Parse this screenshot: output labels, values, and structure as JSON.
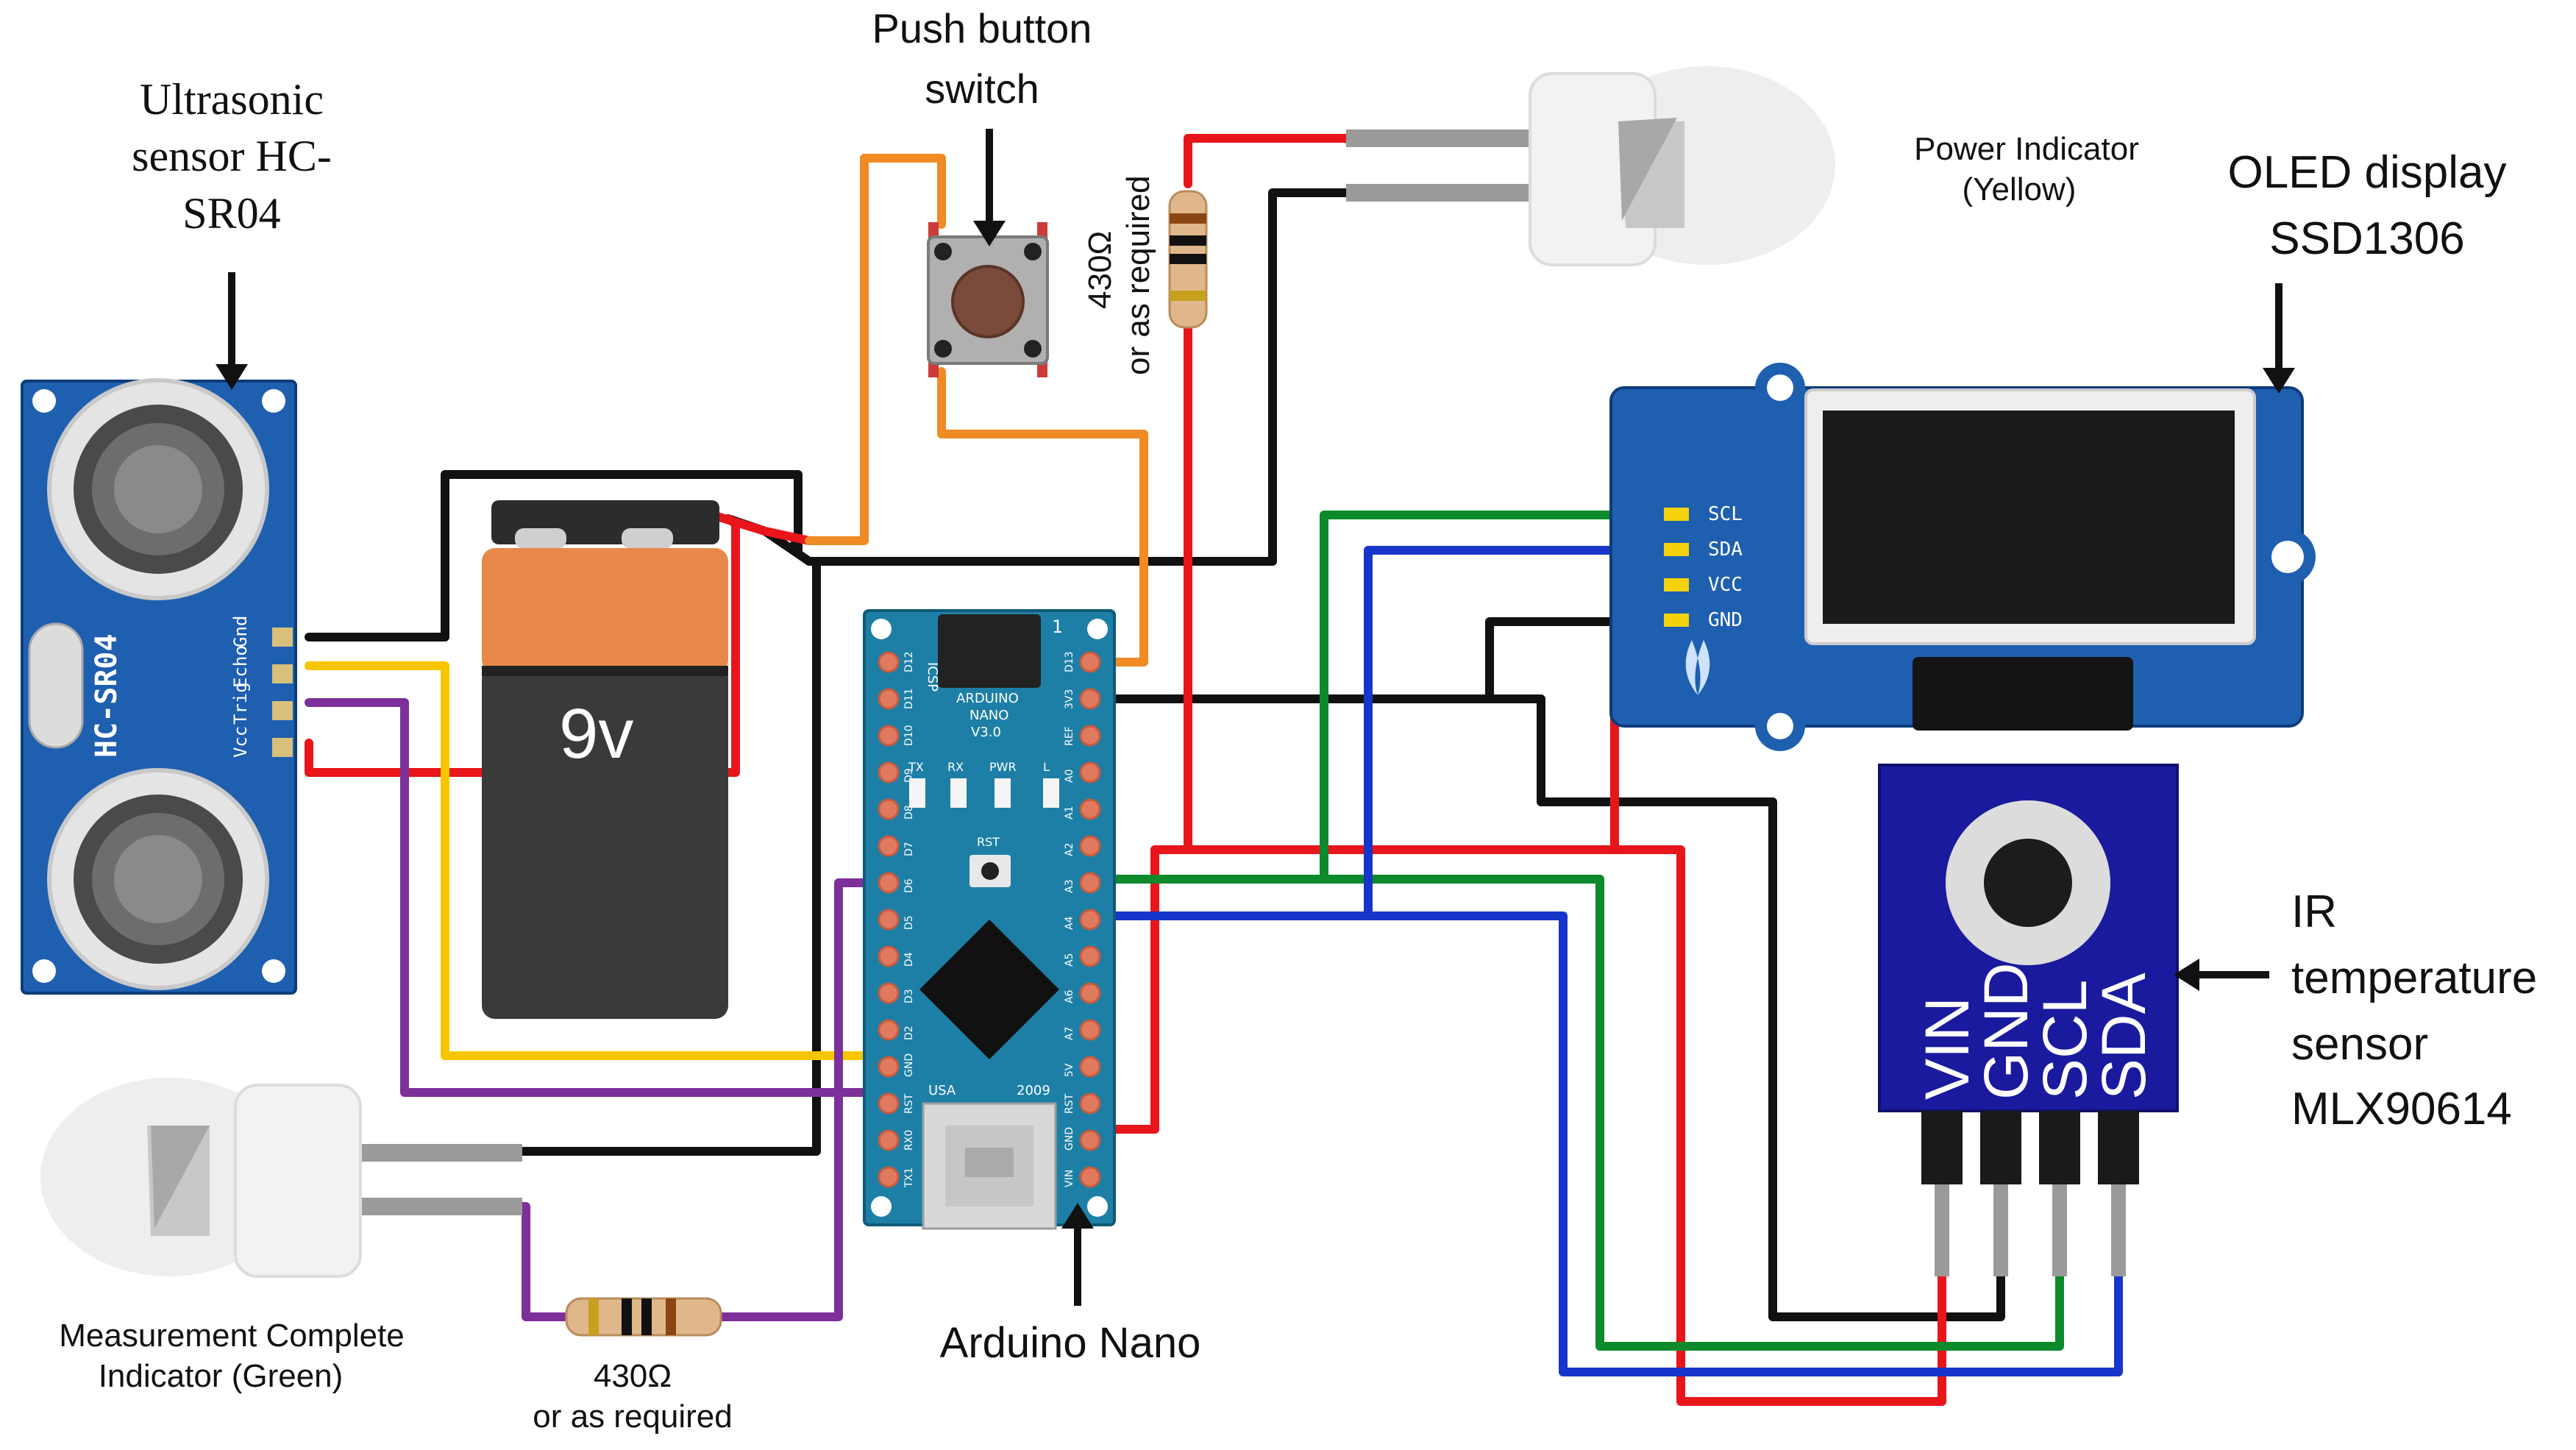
{
  "labels": {
    "ultrasonic": [
      "Ultrasonic",
      "sensor HC-",
      "SR04"
    ],
    "push_button": [
      "Push button",
      "switch"
    ],
    "resistor_top": [
      "430Ω",
      "or as required"
    ],
    "power_indicator": [
      "Power Indicator",
      "(Yellow)"
    ],
    "oled": [
      "OLED display",
      "SSD1306"
    ],
    "ir_sensor": [
      "IR",
      "temperature",
      "sensor",
      "MLX90614"
    ],
    "arduino": "Arduino Nano",
    "measurement": [
      "Measurement Complete",
      "Indicator (Green)"
    ],
    "resistor_bottom": [
      "430Ω",
      "or as required"
    ]
  },
  "hcsr04": {
    "title": "HC-SR04",
    "pins": [
      "Gnd",
      "Echo",
      "Trig",
      "Vcc"
    ]
  },
  "battery": {
    "text": "9v"
  },
  "nano": {
    "board_text": [
      "ARDUINO",
      "NANO",
      "V3.0"
    ],
    "icsp": "ICSP",
    "rst": "RST",
    "usa": "USA",
    "year": "2009",
    "one": "1",
    "leds": [
      "TX",
      "RX",
      "PWR",
      "L"
    ],
    "left_pins": [
      "D12",
      "D11",
      "D10",
      "D9",
      "D8",
      "D7",
      "D6",
      "D5",
      "D4",
      "D3",
      "D2",
      "GND",
      "RST",
      "RX0",
      "TX1"
    ],
    "right_pins": [
      "D13",
      "3V3",
      "REF",
      "A0",
      "A1",
      "A2",
      "A3",
      "A4",
      "A5",
      "A6",
      "A7",
      "5V",
      "RST",
      "GND",
      "VIN"
    ]
  },
  "oled_pins": [
    "SCL",
    "SDA",
    "VCC",
    "GND"
  ],
  "mlx_pins": [
    "VIN",
    "GND",
    "SCL",
    "SDA"
  ],
  "colors": {
    "wire_red": "#e8151b",
    "wire_black": "#111111",
    "wire_yellow": "#f7c600",
    "wire_purple": "#7d2f9a",
    "wire_orange": "#f08a24",
    "wire_green": "#0c8a2c",
    "wire_blue": "#1736c9",
    "board_blue": "#1f5fb0",
    "nano_teal": "#1d7fa6",
    "mlx_navy": "#1a1a9e"
  }
}
